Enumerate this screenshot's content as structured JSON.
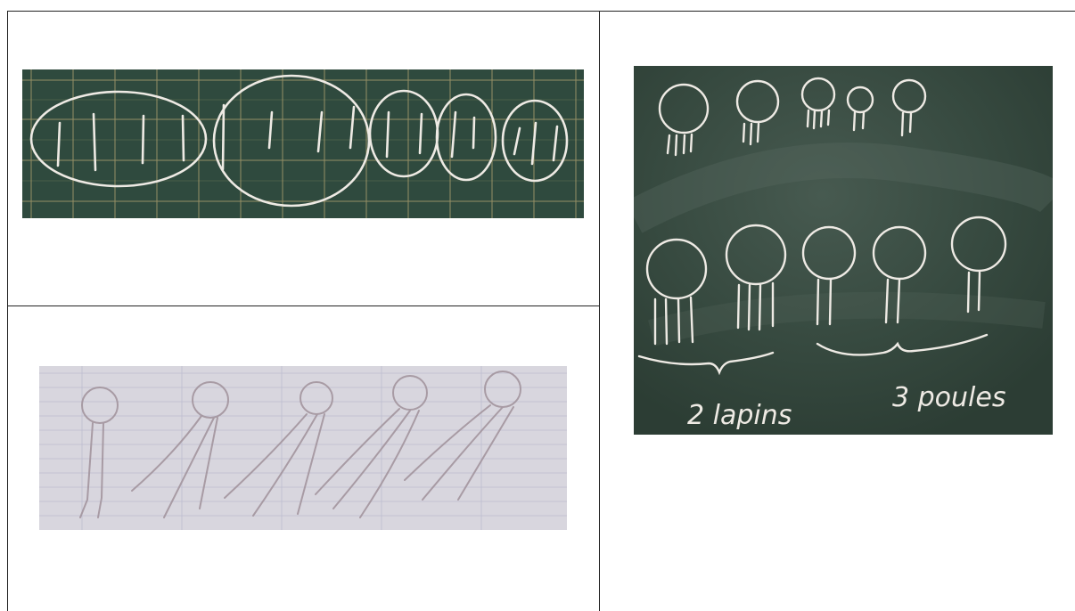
{
  "table": {
    "cells": [
      {
        "id": "top-left",
        "content": "photo-chalkboard-groups"
      },
      {
        "id": "right",
        "content": "photo-chalkboard-animals"
      },
      {
        "id": "bottom-left",
        "content": "photo-paper-drawing"
      }
    ]
  },
  "animals_photo": {
    "caption_left": "2 lapins",
    "caption_right": "3 poules"
  },
  "colors": {
    "chalkboard": "#2f4a3e",
    "chalkboard_dark": "#2a3f35",
    "chalk": "#eeeae4",
    "grid_line": "#b8a873",
    "paper": "#d8d6de",
    "pencil": "#9c8f95",
    "border": "#222222"
  }
}
